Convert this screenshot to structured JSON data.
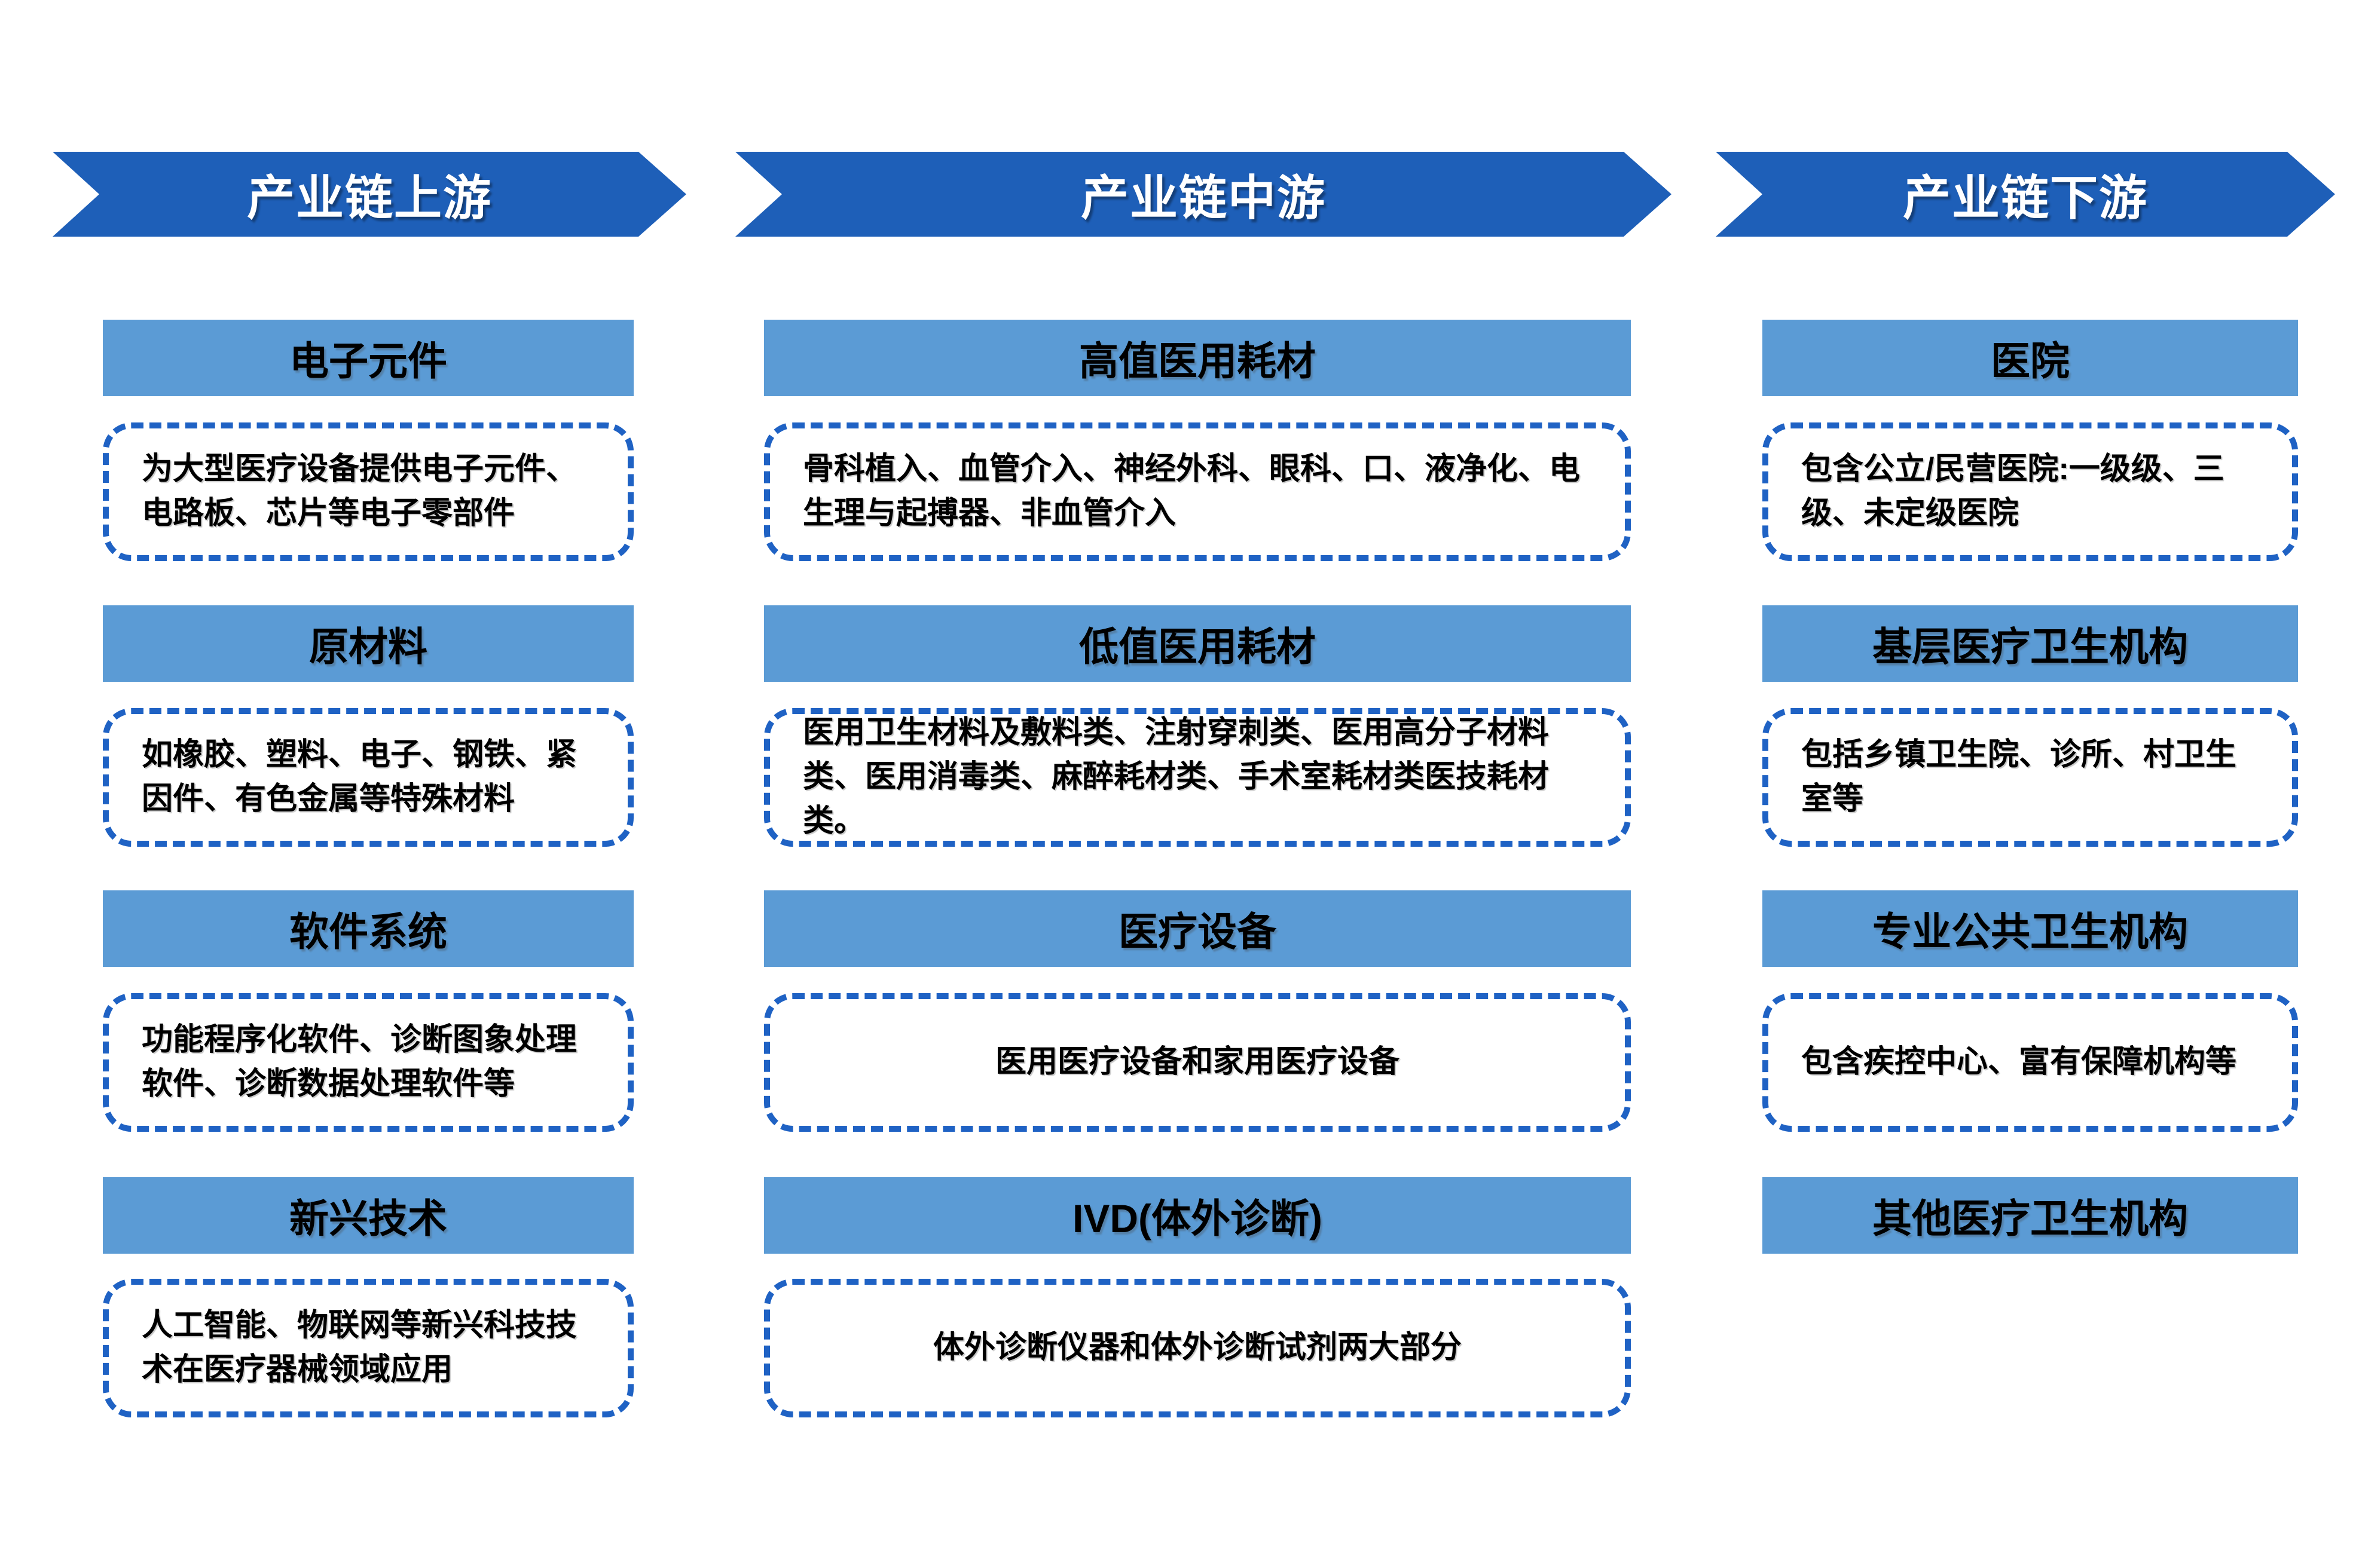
{
  "colors": {
    "arrow-blue": "#1E5FB8",
    "bar-blue": "#5B9BD5",
    "dash-blue": "#1F62C4",
    "text-dark": "#000000",
    "text-light": "#FFFFFF"
  },
  "stages": [
    {
      "label": "产业链上游",
      "blocks": [
        {
          "title": "电子元件",
          "desc": "为大型医疗设备提供电子元件、电路板、芯片等电子零部件"
        },
        {
          "title": "原材料",
          "desc": "如橡胶、塑料、电子、钢铁、紧因件、有色金属等特殊材料"
        },
        {
          "title": "软件系统",
          "desc": "功能程序化软件、诊断图象处理软件、诊断数据处理软件等"
        },
        {
          "title": "新兴技术",
          "desc": "人工智能、物联网等新兴科技技术在医疗器械领域应用"
        }
      ]
    },
    {
      "label": "产业链中游",
      "blocks": [
        {
          "title": "高值医用耗材",
          "desc": "骨科植入、血管介入、神经外科、眼科、口、液净化、电生理与起搏器、非血管介入"
        },
        {
          "title": "低值医用耗材",
          "desc": "医用卫生材料及敷料类、注射穿刺类、医用高分子材料类、医用消毒类、麻醉耗材类、手术室耗材类医技耗材类。"
        },
        {
          "title": "医疗设备",
          "desc": "医用医疗设备和家用医疗设备"
        },
        {
          "title": "IVD(体外诊断)",
          "desc": "体外诊断仪器和体外诊断试剂两大部分"
        }
      ]
    },
    {
      "label": "产业链下游",
      "blocks": [
        {
          "title": "医院",
          "desc": "包含公立/民营医院:一级级、三级、未定级医院"
        },
        {
          "title": "基层医疗卫生机构",
          "desc": "包括乡镇卫生院、诊所、村卫生室等"
        },
        {
          "title": "专业公共卫生机构",
          "desc": "包含疾控中心、富有保障机构等"
        },
        {
          "title": "其他医疗卫生机构"
        }
      ]
    }
  ]
}
